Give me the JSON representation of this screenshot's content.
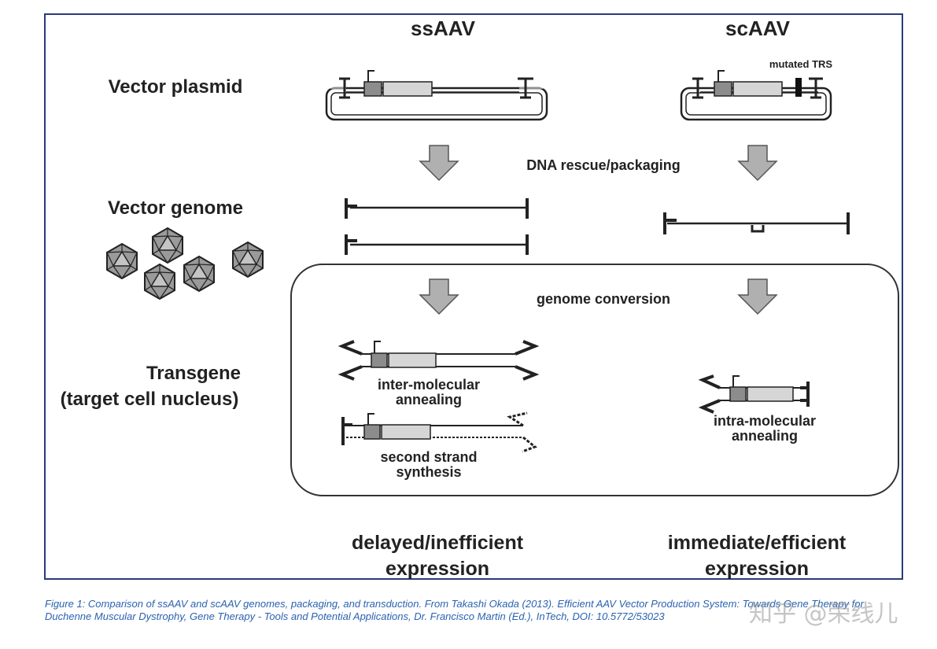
{
  "headers": {
    "ssaav": "ssAAV",
    "scaav": "scAAV"
  },
  "row_labels": {
    "vector_plasmid": "Vector plasmid",
    "vector_genome": "Vector genome",
    "transgene_line1": "Transgene",
    "transgene_line2": "(target cell nucleus)"
  },
  "annotations": {
    "mutated_trs": "mutated TRS",
    "dna_rescue": "DNA rescue/packaging",
    "genome_conversion": "genome conversion",
    "inter_molecular_1": "inter-molecular",
    "inter_molecular_2": "annealing",
    "second_strand_1": "second strand",
    "second_strand_2": "synthesis",
    "intra_molecular_1": "intra-molecular",
    "intra_molecular_2": "annealing"
  },
  "outcomes": {
    "ss_line1": "delayed/inefficient",
    "ss_line2": "expression",
    "sc_line1": "immediate/efficient",
    "sc_line2": "expression"
  },
  "caption": "Figure 1: Comparison of ssAAV and scAAV genomes, packaging, and transduction. From Takashi Okada (2013). Efficient AAV Vector Production System: Towards Gene Therapy for Duchenne Muscular Dystrophy, Gene Therapy - Tools and Potential Applications, Dr. Francisco Martin (Ed.), InTech, DOI: 10.5772/53023",
  "watermark": "知乎 @荣线儿",
  "colors": {
    "caption": "#2a62b0",
    "frame": "#2b3a78",
    "arrow": "#b0b0b0",
    "promoter": "#8c8c8c",
    "gene": "#d6d6d6"
  }
}
